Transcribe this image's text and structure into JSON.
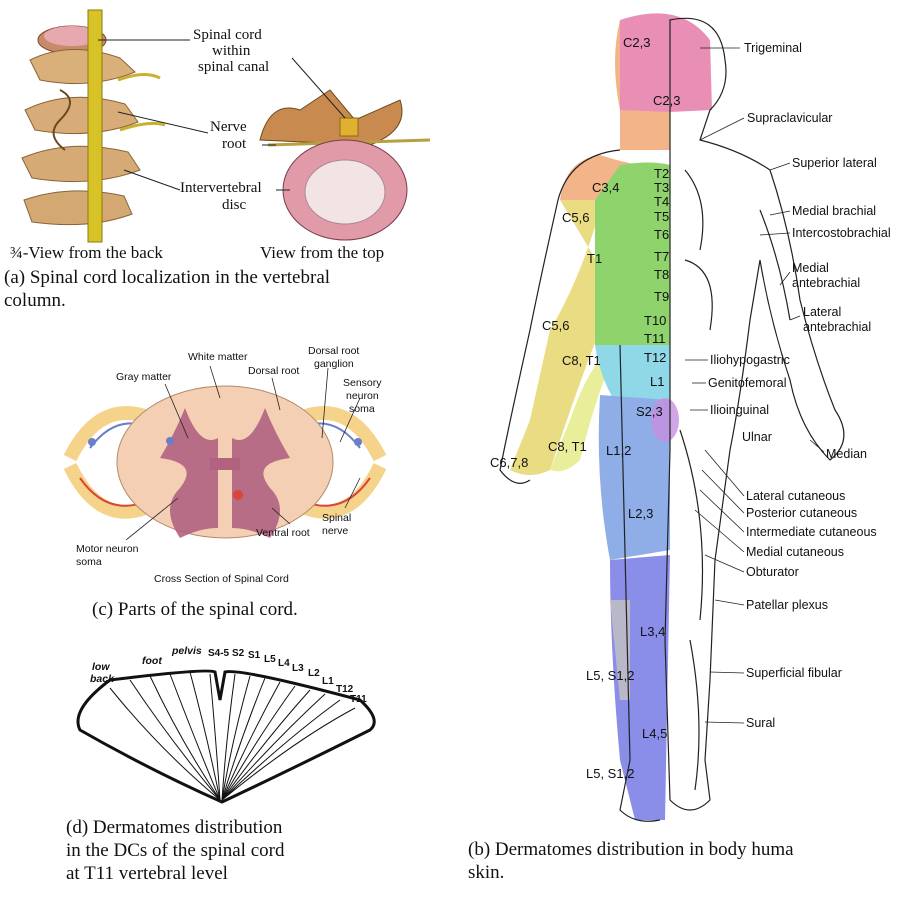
{
  "panel_a": {
    "labels": {
      "spinal_cord_line1": "Spinal cord",
      "spinal_cord_line2": "within",
      "spinal_cord_line3": "spinal canal",
      "nerve_line1": "Nerve",
      "nerve_line2": "root",
      "intervertebral_line1": "Intervertebral",
      "intervertebral_line2": "disc",
      "view_back": "¾-View from the back",
      "view_top": "View from the top"
    },
    "caption_line1": "(a) Spinal cord localization in the vertebral",
    "caption_line2": "column."
  },
  "panel_c": {
    "labels": {
      "white_matter": "White matter",
      "gray_matter": "Gray matter",
      "dorsal_root": "Dorsal root",
      "drg_line1": "Dorsal root",
      "drg_line2": "ganglion",
      "sensory_line1": "Sensory",
      "sensory_line2": "neuron",
      "sensory_line3": "soma",
      "motor_line1": "Motor neuron",
      "motor_line2": "soma",
      "ventral_root": "Ventral root",
      "spinal_nerve_line1": "Spinal",
      "spinal_nerve_line2": "nerve",
      "cross_section": "Cross Section of Spinal Cord"
    },
    "caption": "(c) Parts of the spinal cord."
  },
  "panel_d": {
    "labels": [
      "low",
      "back",
      "foot",
      "pelvis",
      "S4-5",
      "S2",
      "S1",
      "L5",
      "L4",
      "L3",
      "L2",
      "L1",
      "T12",
      "T11"
    ],
    "caption_line1": "(d) Dermatomes distribution",
    "caption_line2": "in the DCs of the spinal cord",
    "caption_line3": "at T11 vertebral level"
  },
  "panel_b": {
    "dermatomes": [
      "C2,3",
      "C2,3",
      "C3,4",
      "C5,6",
      "C5,6",
      "T1",
      "C8, T1",
      "C8, T1",
      "C6,7,8",
      "T2",
      "T3",
      "T4",
      "T5",
      "T6",
      "T7",
      "T8",
      "T9",
      "T10",
      "T11",
      "T12",
      "L1",
      "S2,3",
      "L1,2",
      "L2,3",
      "L3,4",
      "L5, S1,2",
      "L4,5",
      "L5, S1,2"
    ],
    "nerves": [
      "Trigeminal",
      "Supraclavicular",
      "Superior lateral",
      "Medial brachial",
      "Intercostobrachial",
      "Medial",
      "antebrachial",
      "Lateral",
      "antebrachial",
      "Iliohypogastric",
      "Genitofemoral",
      "Ilioinguinal",
      "Ulnar",
      "Median",
      "Lateral cutaneous",
      "Posterior cutaneous",
      "Intermediate cutaneous",
      "Medial cutaneous",
      "Obturator",
      "Patellar plexus",
      "Superficial fibular",
      "Sural"
    ],
    "caption_line1": "(b) Dermatomes distribution in body huma",
    "caption_line2": "skin."
  },
  "colors": {
    "skin": "#e8b88a",
    "c2": "#e98fb6",
    "c3": "#f3b48a",
    "c5": "#e9dc82",
    "c8": "#e8ee9a",
    "thoracic": "#8fd36c",
    "l1": "#8fd8e8",
    "l2": "#8faee8",
    "l3": "#8a8ee8",
    "gray_matter": "#b0627f",
    "white_matter": "#f4cfb4",
    "nerve_blue": "#6b7fc9",
    "nerve_red": "#d9463a"
  }
}
